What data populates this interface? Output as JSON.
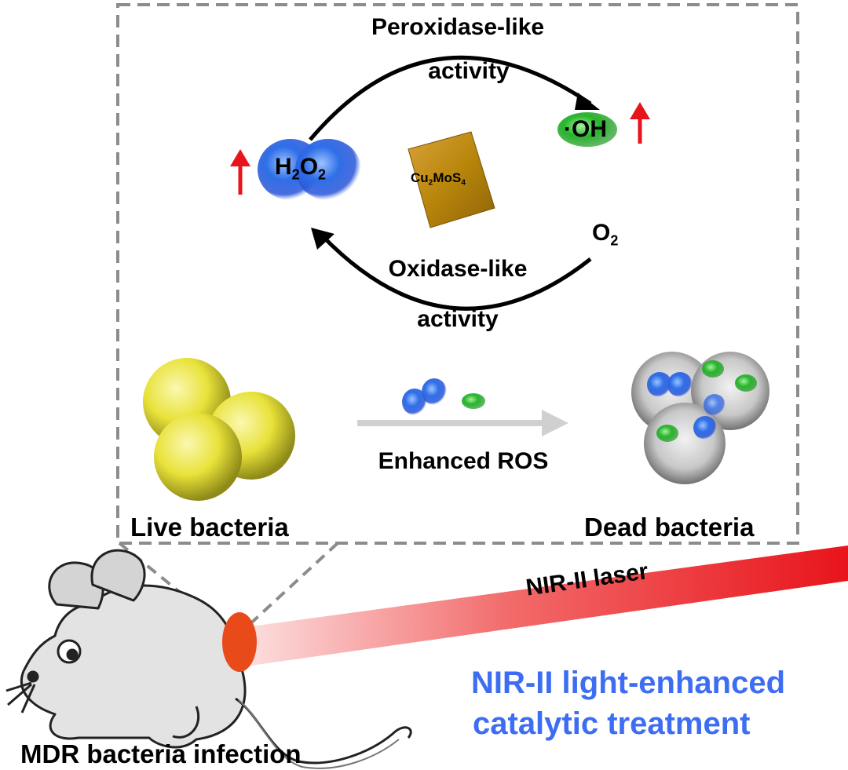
{
  "cycle": {
    "peroxidase_line1": "Peroxidase-like",
    "peroxidase_line2": "activity",
    "oxidase_line1": "Oxidase-like",
    "oxidase_line2": "activity",
    "h2o2_h": "H",
    "h2o2_2a": "2",
    "h2o2_o": "O",
    "h2o2_2b": "2",
    "oh_label": "·OH",
    "o2_o": "O",
    "o2_2": "2",
    "catalyst_cu": "Cu",
    "catalyst_2": "2",
    "catalyst_mos": "MoS",
    "catalyst_4": "4"
  },
  "bacteria": {
    "live_label": "Live bacteria",
    "dead_label": "Dead bacteria",
    "process_label": "Enhanced ROS"
  },
  "treatment": {
    "laser_label": "NIR-II laser",
    "title_line1": "NIR-II light-enhanced",
    "title_line2": "catalytic treatment",
    "infection_label": "MDR bacteria infection"
  },
  "colors": {
    "increase_arrow": "#e8141b",
    "treatment_text": "#3d6df2",
    "laser": "#e8141b",
    "h2o2_sphere": "#2f6fe8",
    "oh_sphere": "#27b52c",
    "catalyst": "#b8860b",
    "live_bacteria": "#e8e23a"
  }
}
